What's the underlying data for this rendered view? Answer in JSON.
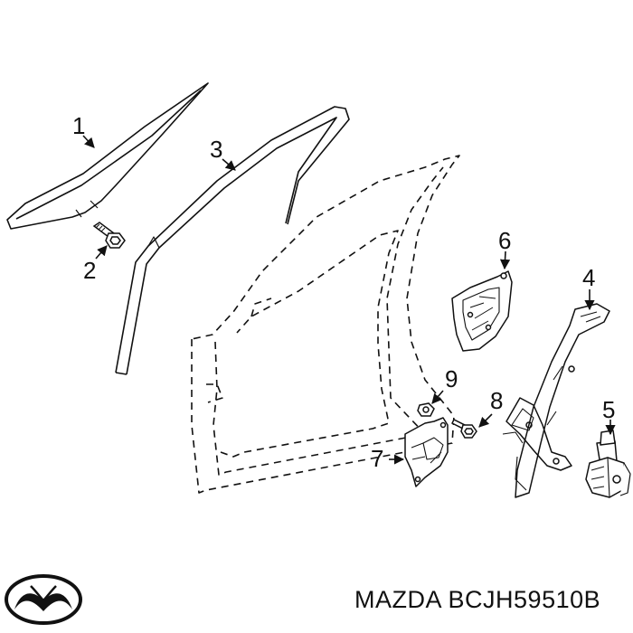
{
  "callouts": [
    {
      "id": "1",
      "label": "1"
    },
    {
      "id": "2",
      "label": "2"
    },
    {
      "id": "3",
      "label": "3"
    },
    {
      "id": "4",
      "label": "4"
    },
    {
      "id": "5",
      "label": "5"
    },
    {
      "id": "6",
      "label": "6"
    },
    {
      "id": "7",
      "label": "7"
    },
    {
      "id": "8",
      "label": "8"
    },
    {
      "id": "9",
      "label": "9"
    }
  ],
  "caption": {
    "brand": "MAZDA",
    "part_number": "BCJH59510B"
  },
  "logo": {
    "name": "mazda-logo-icon"
  },
  "colors": {
    "line": "#111111",
    "background": "#ffffff"
  }
}
